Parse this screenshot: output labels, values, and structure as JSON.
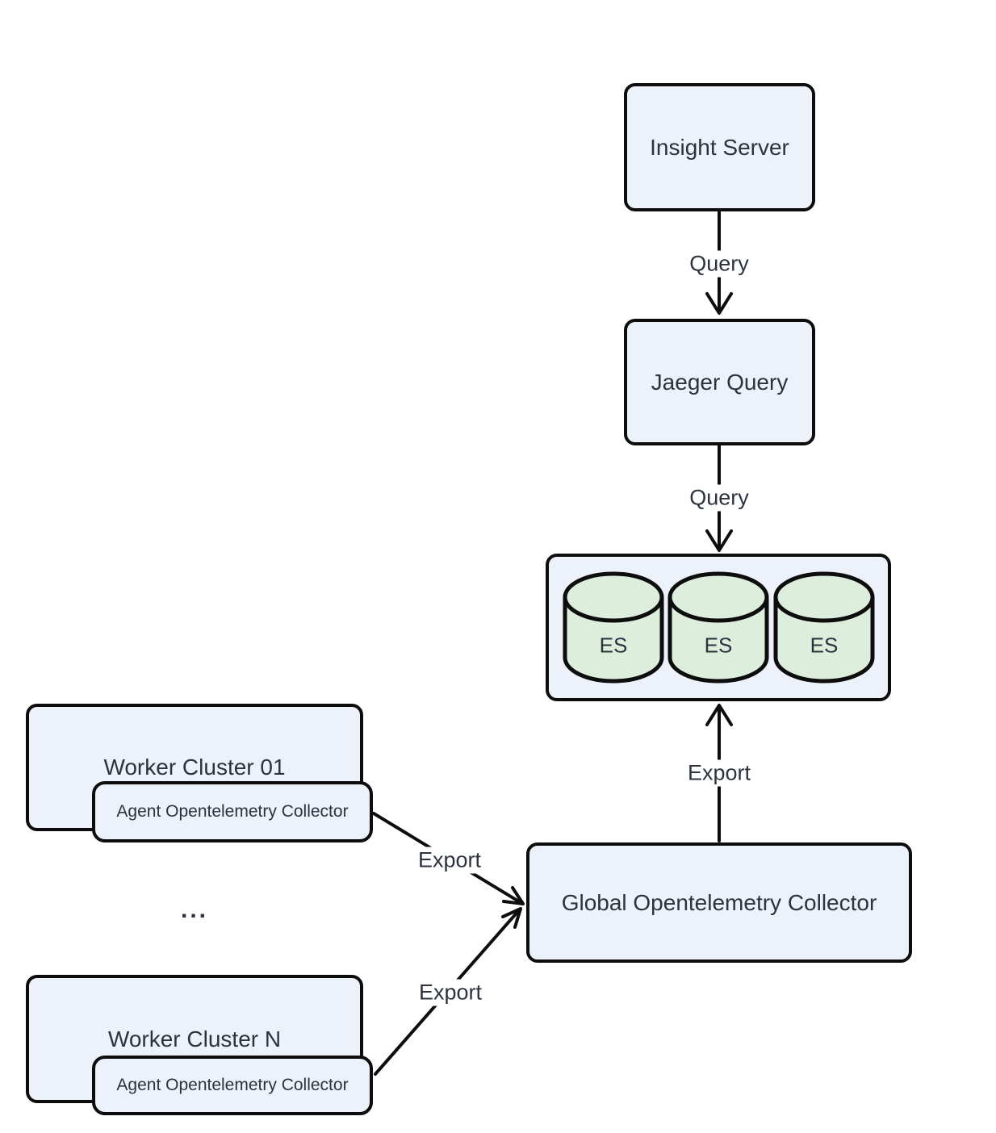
{
  "nodes": {
    "insight_server": {
      "label": "Insight Server"
    },
    "jaeger_query": {
      "label": "Jaeger Query"
    },
    "es_cluster": {
      "cylinders": [
        "ES",
        "ES",
        "ES"
      ]
    },
    "global_collector": {
      "label": "Global Opentelemetry Collector"
    },
    "worker_cluster_01": {
      "label": "Worker Cluster 01"
    },
    "agent_collector_01": {
      "label": "Agent Opentelemetry Collector"
    },
    "separator": {
      "label": "..."
    },
    "worker_cluster_n": {
      "label": "Worker Cluster N"
    },
    "agent_collector_n": {
      "label": "Agent Opentelemetry Collector"
    }
  },
  "edges": {
    "insight_to_jaeger": {
      "label": "Query"
    },
    "jaeger_to_es": {
      "label": "Query"
    },
    "global_to_es": {
      "label": "Export"
    },
    "agent01_to_global": {
      "label": "Export"
    },
    "agentn_to_global": {
      "label": "Export"
    }
  },
  "colors": {
    "node_fill": "#EDF1F9",
    "cylinder_fill": "#DDEEDC",
    "stroke": "#0D0D0E",
    "text": "#2C333F",
    "background": "#FFFFFF"
  }
}
